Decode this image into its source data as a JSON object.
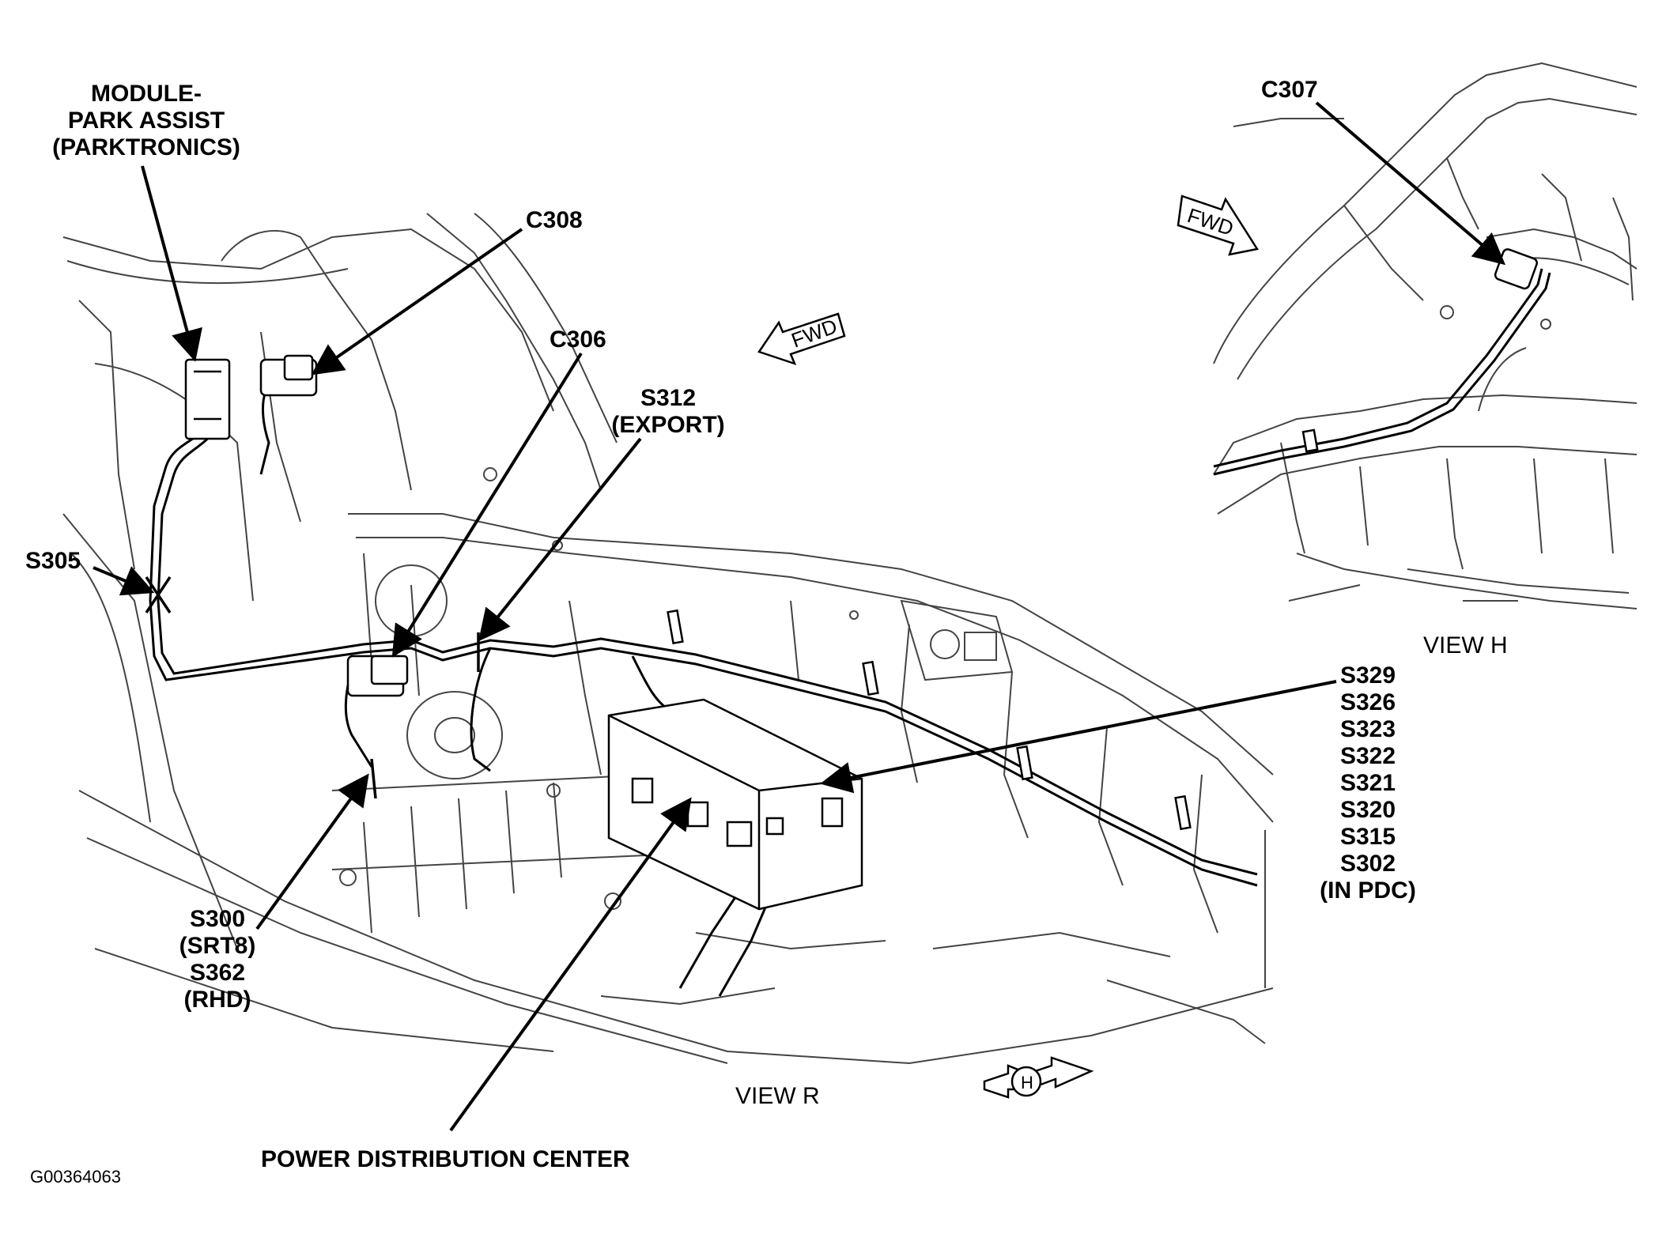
{
  "labels": {
    "module_park_assist": [
      "MODULE-",
      "PARK ASSIST",
      "(PARKTRONICS)"
    ],
    "c308": "C308",
    "c306": "C306",
    "s312": [
      "S312",
      "(EXPORT)"
    ],
    "s305": "S305",
    "c307": "C307",
    "view_h": "VIEW H",
    "pdc_splices": [
      "S329",
      "S326",
      "S323",
      "S322",
      "S321",
      "S320",
      "S315",
      "S302",
      "(IN PDC)"
    ],
    "s300_s362": [
      "S300",
      "(SRT8)",
      "S362",
      "(RHD)"
    ],
    "view_r": "VIEW R",
    "power_distribution_center": "POWER DISTRIBUTION CENTER",
    "figure_id": "G00364063",
    "fwd": "FWD",
    "view_marker": "H"
  },
  "colors": {
    "line": "#000000",
    "background": "#ffffff",
    "drawing": "#444444"
  }
}
